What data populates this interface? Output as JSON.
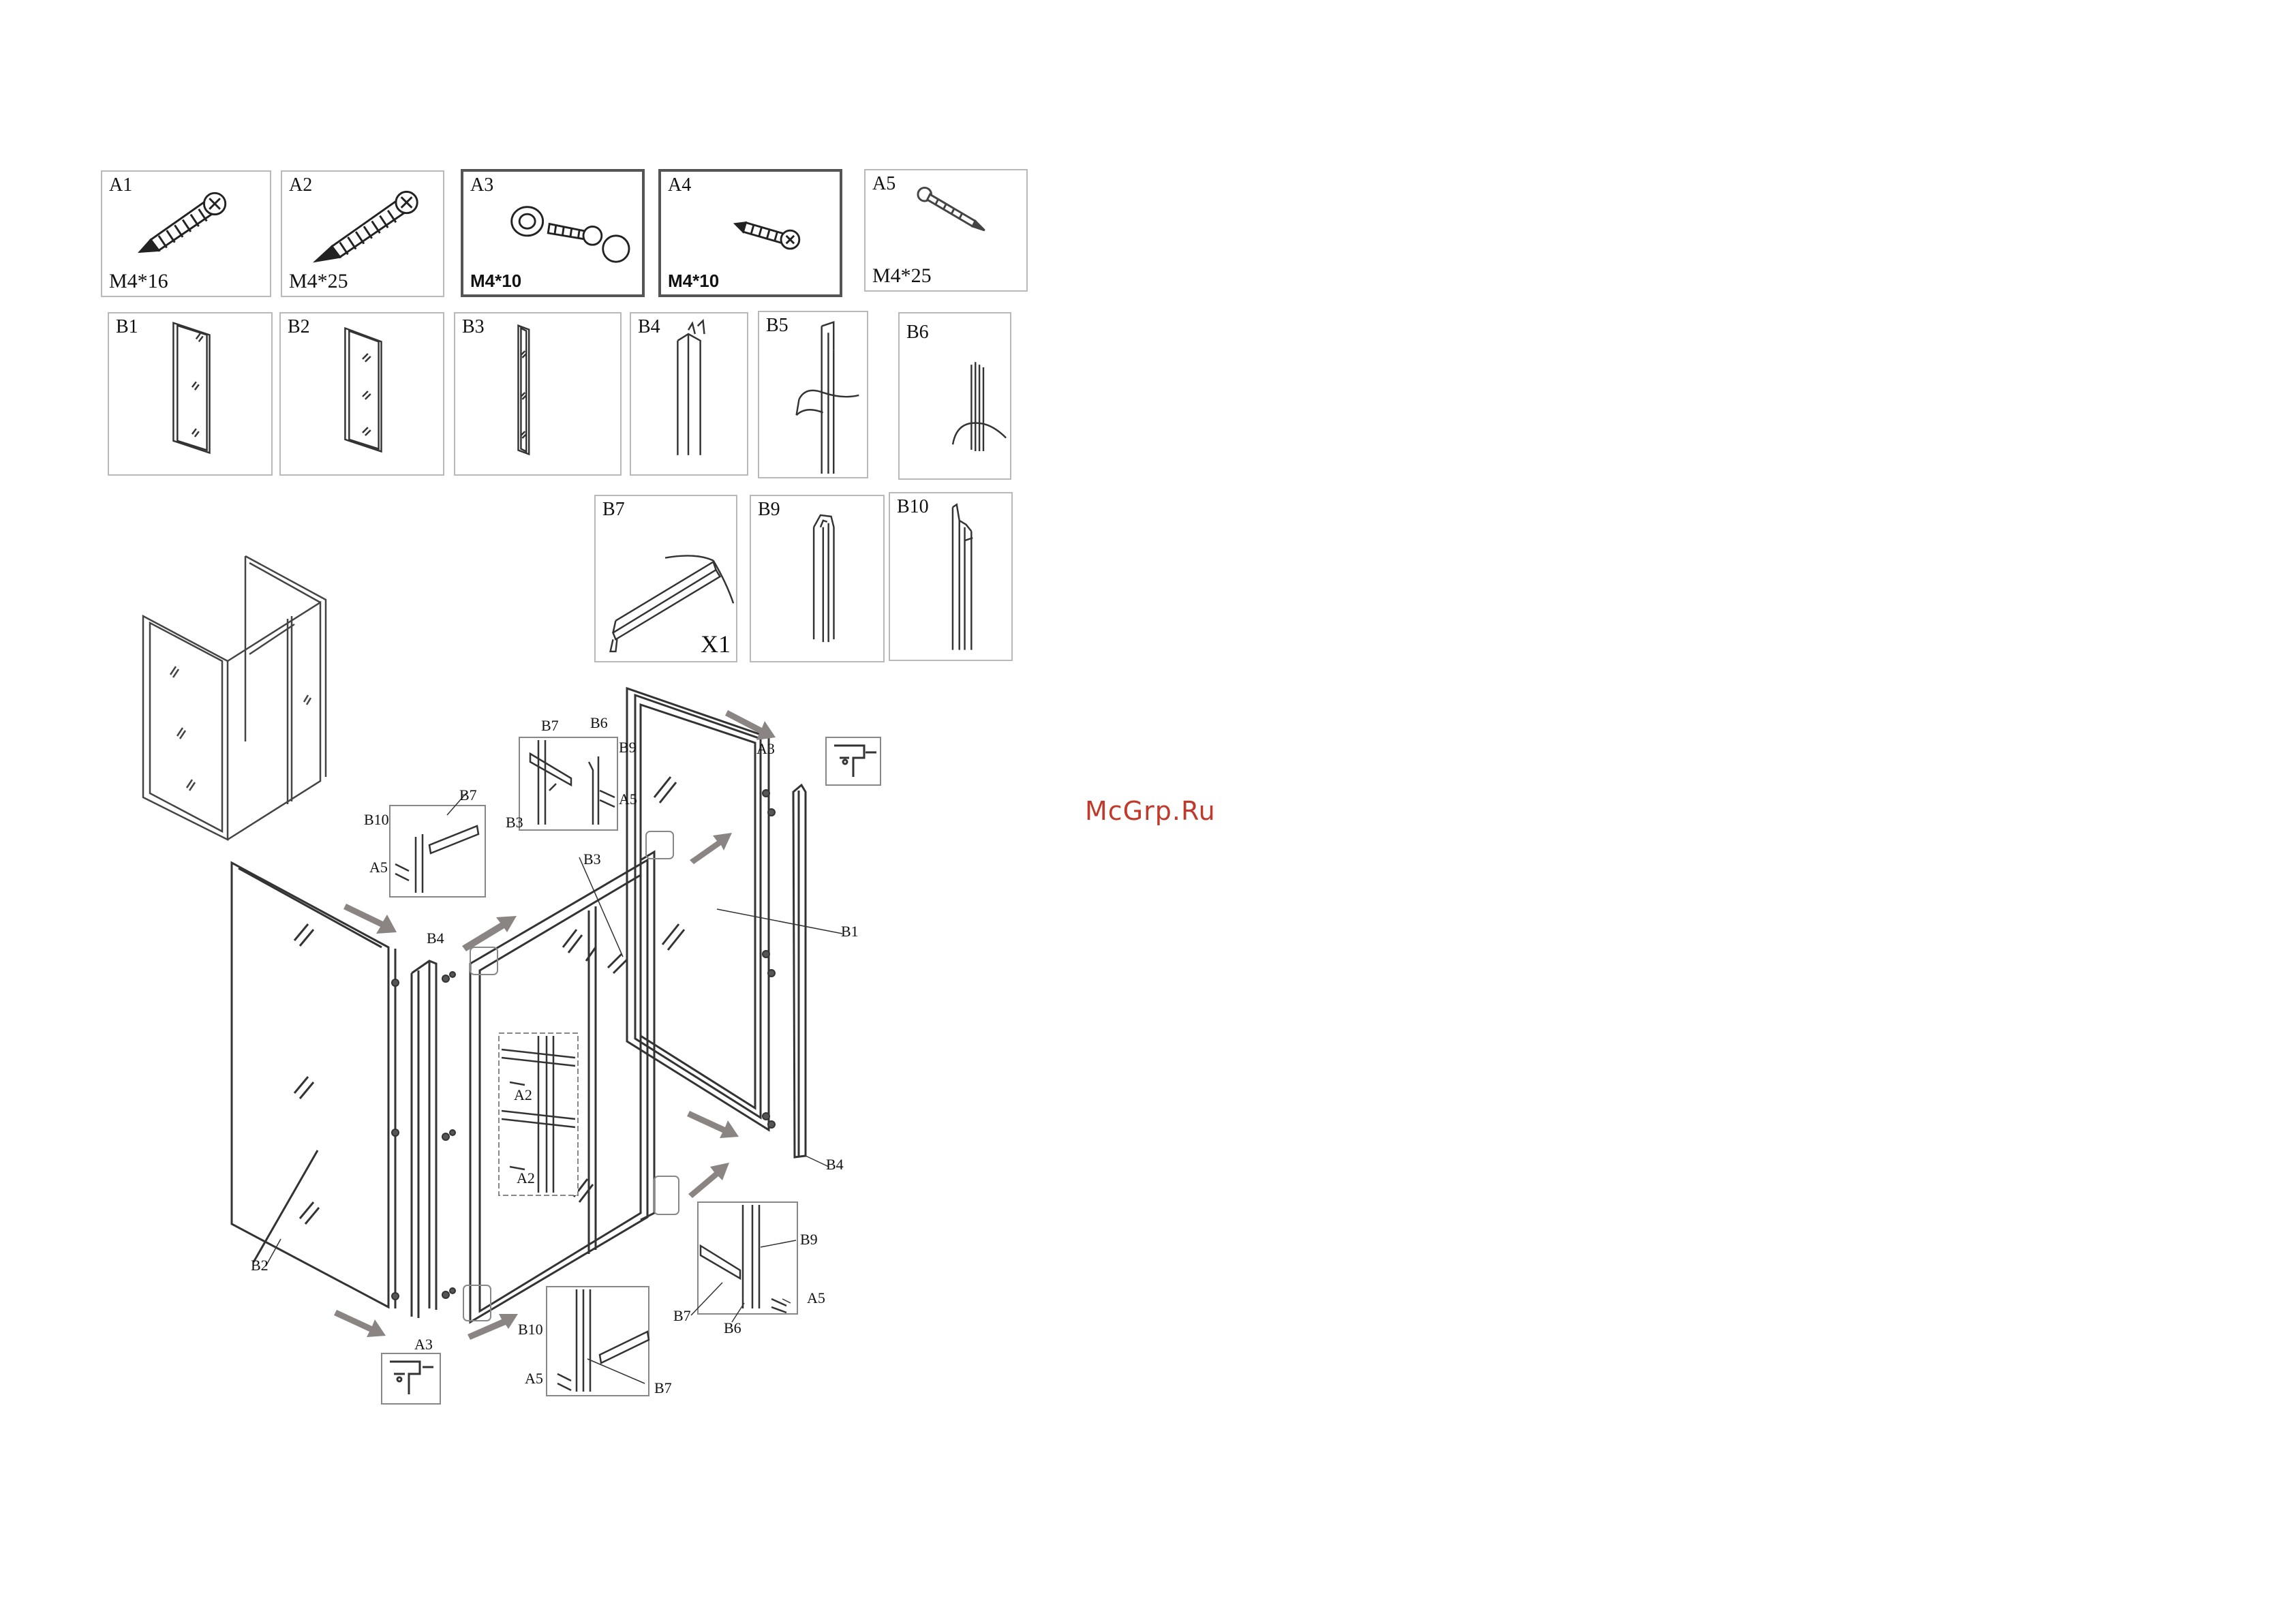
{
  "hardware": [
    {
      "code": "A1",
      "size": "M4*16"
    },
    {
      "code": "A2",
      "size": "M4*25"
    },
    {
      "code": "A3",
      "size": "M4*10"
    },
    {
      "code": "A4",
      "size": "M4*10"
    },
    {
      "code": "A5",
      "size": "M4*25"
    }
  ],
  "parts": [
    {
      "code": "B1"
    },
    {
      "code": "B2"
    },
    {
      "code": "B3"
    },
    {
      "code": "B4"
    },
    {
      "code": "B5"
    },
    {
      "code": "B6"
    },
    {
      "code": "B7",
      "qty": "X1"
    },
    {
      "code": "B9"
    },
    {
      "code": "B10"
    }
  ],
  "callouts": {
    "b7_top": "B7",
    "b6_top": "B6",
    "b9_top": "B9",
    "a5_top": "A5",
    "b3_top": "B3",
    "a3_top": "A3",
    "b10_left": "B10",
    "b7_left": "B7",
    "a5_left": "A5",
    "b4_mid": "B4",
    "b3_mid": "B3",
    "b1_right": "B1",
    "a2_upper": "A2",
    "a2_lower": "A2",
    "b4_right": "B4",
    "b2": "B2",
    "a3_bottom": "A3",
    "b9_br": "B9",
    "a5_br": "A5",
    "b7_br": "B7",
    "b6_br": "B6",
    "b10_bottom": "B10",
    "a5_bottom": "A5",
    "b7_bottom": "B7"
  },
  "watermark": "McGrp.Ru",
  "colors": {
    "arrow": "#8a8583",
    "line": "#333333",
    "watermark": "#c0392b"
  }
}
